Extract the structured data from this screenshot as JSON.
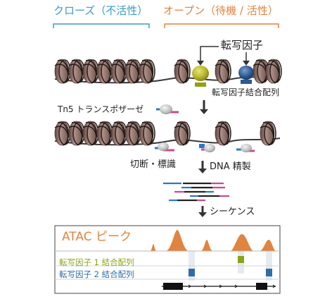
{
  "labels": {
    "closed": "クローズ（不活性）",
    "open": "オープン（待機 / 活性）",
    "tf": "転写因子",
    "tfbs": "転写因子結合配列",
    "tn5": "Tn5 トランスポザーゼ",
    "cut": "切断・標識",
    "dna": "DNA 精製",
    "seq": "シーケンス",
    "atac": "ATAC ピーク",
    "tf1": "転写因子 1 結合配列",
    "tf2": "転写因子 2 結合配列"
  },
  "colors": {
    "closed": "#3a9bc4",
    "open": "#e0843f",
    "tf1": "#b4b61c",
    "tf2": "#2e5a92",
    "tag_pink": "#d0468e",
    "tag_blue": "#2a78c8",
    "nucleosome": "#8c7168",
    "arrow": "#333333"
  },
  "icons": [
    "down-arrow-icon",
    "nucleosome-icon",
    "transcription-factor-icon",
    "tn5-enzyme-icon",
    "gene-model-icon"
  ]
}
